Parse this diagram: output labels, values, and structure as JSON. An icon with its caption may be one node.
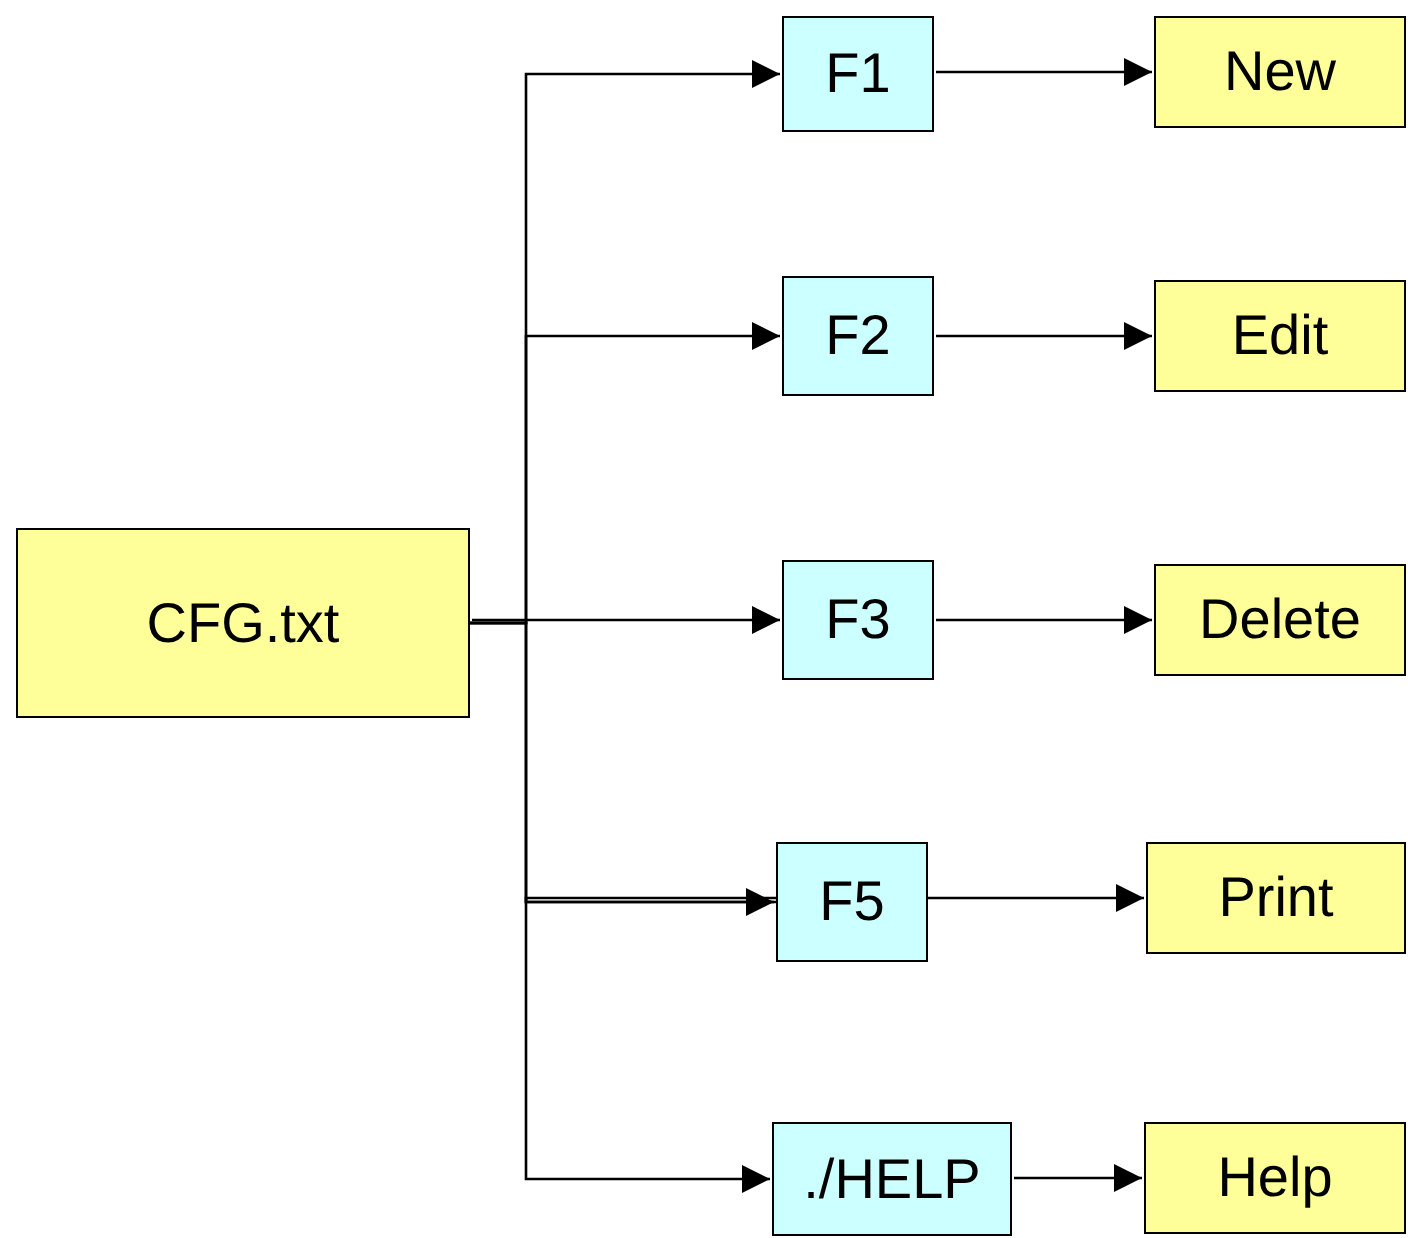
{
  "diagram": {
    "nodes": [
      {
        "text": [
          "CFG.txt"
        ]
      },
      {
        "text": [
          "F1"
        ]
      },
      {
        "text": [
          "F2"
        ]
      },
      {
        "text": [
          "F3"
        ]
      },
      {
        "text": [
          "F5"
        ]
      },
      {
        "text": [
          "./HELP"
        ]
      },
      {
        "text": [
          "New"
        ]
      },
      {
        "text": [
          "Edit"
        ]
      },
      {
        "text": [
          "Delete"
        ]
      },
      {
        "text": [
          "Print"
        ]
      },
      {
        "text": [
          "Help"
        ]
      }
    ],
    "edges": [
      {
        "from": 0,
        "to": 1,
        "arrow": "to"
      },
      {
        "from": 0,
        "to": 2,
        "arrow": "to"
      },
      {
        "from": 0,
        "to": 3,
        "arrow": "to"
      },
      {
        "from": 0,
        "to": 4,
        "arrow": "to"
      },
      {
        "from": 0,
        "to": 5,
        "arrow": "to"
      },
      {
        "from": 1,
        "to": 6,
        "arrow": "to"
      },
      {
        "from": 2,
        "to": 7,
        "arrow": "to"
      },
      {
        "from": 3,
        "to": 8,
        "arrow": "to"
      },
      {
        "from": 4,
        "to": 9,
        "arrow": "to"
      },
      {
        "from": 5,
        "to": 10,
        "arrow": "to"
      }
    ]
  }
}
